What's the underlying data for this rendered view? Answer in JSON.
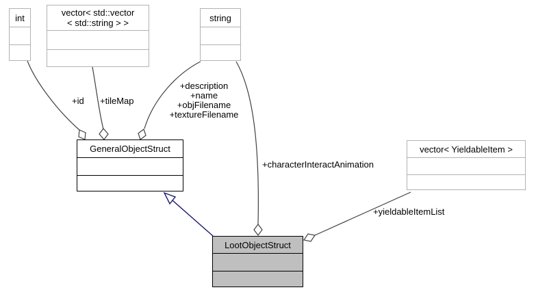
{
  "diagram_type": "uml-collaboration-graph",
  "colors": {
    "background": "#ffffff",
    "edge": "#404040",
    "inheritance_edge": "#191970",
    "node_border": "#000000",
    "template_node_border": "#b2b2b2",
    "focus_node_fill": "#bfbfbf",
    "node_fill": "#ffffff"
  },
  "nodes": {
    "int": {
      "label": "int"
    },
    "vector_std_vector_string": {
      "label_lines": [
        "vector< std::vector",
        "< std::string > >"
      ]
    },
    "string": {
      "label": "string"
    },
    "general_object_struct": {
      "label": "GeneralObjectStruct"
    },
    "vector_yieldable_item": {
      "label": "vector< YieldableItem >"
    },
    "loot_object_struct": {
      "label": "LootObjectStruct"
    }
  },
  "edge_labels": {
    "id": "+id",
    "tile_map": "+tileMap",
    "string_members": [
      "+description",
      "+name",
      "+objFilename",
      "+textureFilename"
    ],
    "character_interact_animation": "+characterInteractAnimation",
    "yieldable_item_list": "+yieldableItemList"
  }
}
